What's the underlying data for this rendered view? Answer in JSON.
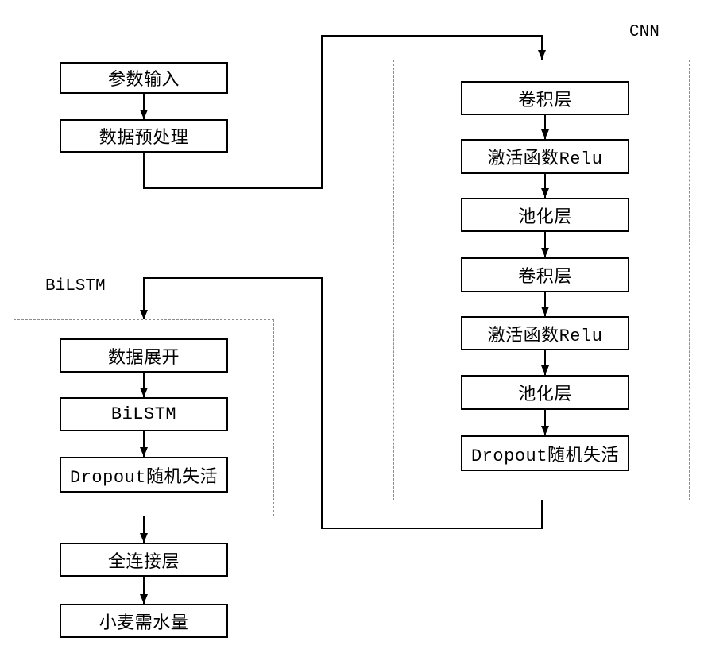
{
  "labels": {
    "cnn": "CNN",
    "bilstm": "BiLSTM"
  },
  "input_steps": [
    "参数输入",
    "数据预处理"
  ],
  "cnn_steps": [
    "卷积层",
    "激活函数Relu",
    "池化层",
    "卷积层",
    "激活函数Relu",
    "池化层",
    "Dropout随机失活"
  ],
  "bilstm_steps": [
    "数据展开",
    "BiLSTM",
    "Dropout随机失活"
  ],
  "output_steps": [
    "全连接层",
    "小麦需水量"
  ]
}
